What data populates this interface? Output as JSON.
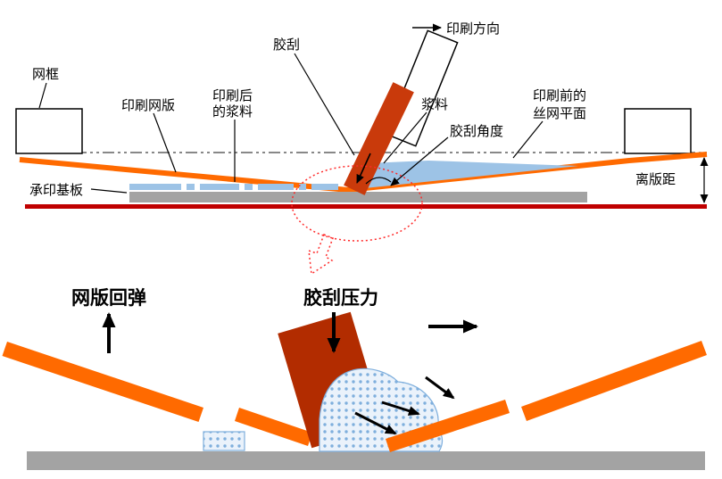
{
  "colors": {
    "orange": "#FF6A00",
    "squeegee-top": "#C93A0B",
    "squeegee-bottom": "#B22C00",
    "paste-blue": "#9DC3E6",
    "paste-blue-dark": "#7FAFDD",
    "substrate-gray": "#A3A3A3",
    "base-red": "#C00000",
    "callout-red": "#FF2A2A"
  },
  "top_diagram": {
    "labels": {
      "screen_frame": "网框",
      "printing_screen": "印刷网版",
      "paste_after_line1": "印刷后",
      "paste_after_line2": "的浆料",
      "squeegee": "胶刮",
      "print_direction": "印刷方向",
      "paste": "浆料",
      "squeegee_angle": "胶刮角度",
      "pre_print_line1": "印刷前的",
      "pre_print_line2": "丝网平面",
      "substrate": "承印基板",
      "snap_off": "离版距"
    }
  },
  "bottom_diagram": {
    "labels": {
      "screen_rebound": "网版回弹",
      "squeegee_pressure": "胶刮压力"
    }
  }
}
